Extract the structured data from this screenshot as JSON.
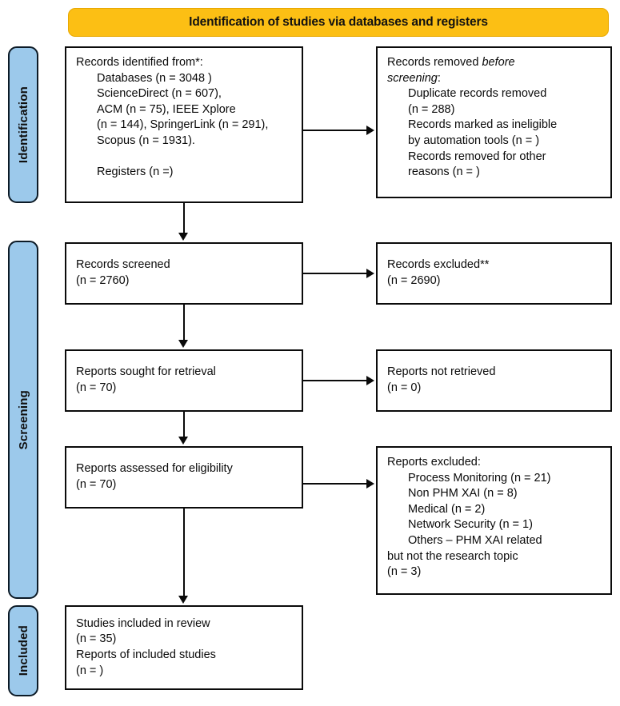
{
  "banner": {
    "title": "Identification of studies via databases and registers",
    "background_color": "#FCBF14",
    "text_color": "#111111"
  },
  "stages": [
    {
      "id": "identification",
      "label": "Identification"
    },
    {
      "id": "screening",
      "label": "Screening"
    },
    {
      "id": "included",
      "label": "Included"
    }
  ],
  "stage_color": "#9CC9EB",
  "boxes": {
    "identified": {
      "lines": [
        {
          "text": "Records identified from*:",
          "indent": false
        },
        {
          "text": "Databases (n = 3048 )",
          "indent": true
        },
        {
          "text": "ScienceDirect (n = 607),",
          "indent": true
        },
        {
          "text": "ACM (n = 75), IEEE Xplore",
          "indent": true
        },
        {
          "text": "(n = 144), SpringerLink (n = 291),",
          "indent": true
        },
        {
          "text": "Scopus (n = 1931).",
          "indent": true
        },
        {
          "text": " ",
          "indent": true
        },
        {
          "text": "Registers (n =)",
          "indent": true
        }
      ]
    },
    "removed_before_screening": {
      "lines": [
        {
          "text": "Records removed ",
          "italic_suffix": "before",
          "indent": false
        },
        {
          "text": "",
          "italic_prefix": "screening",
          "suffix": ":",
          "indent": false
        },
        {
          "text": "Duplicate records removed",
          "indent": true
        },
        {
          "text": "(n = 288)",
          "indent": true
        },
        {
          "text": "Records marked as ineligible",
          "indent": true
        },
        {
          "text": "by automation tools (n = )",
          "indent": true
        },
        {
          "text": "Records removed for other",
          "indent": true
        },
        {
          "text": "reasons (n = )",
          "indent": true
        }
      ]
    },
    "records_screened": {
      "lines": [
        {
          "text": "Records screened",
          "indent": false
        },
        {
          "text": "(n = 2760)",
          "indent": false
        }
      ]
    },
    "records_excluded": {
      "lines": [
        {
          "text": "Records excluded**",
          "indent": false
        },
        {
          "text": "(n = 2690)",
          "indent": false
        }
      ]
    },
    "reports_sought": {
      "lines": [
        {
          "text": "Reports sought for retrieval",
          "indent": false
        },
        {
          "text": "(n = 70)",
          "indent": false
        }
      ]
    },
    "reports_not_retrieved": {
      "lines": [
        {
          "text": "Reports not retrieved",
          "indent": false
        },
        {
          "text": "(n = 0)",
          "indent": false
        }
      ]
    },
    "reports_assessed": {
      "lines": [
        {
          "text": "Reports assessed for eligibility",
          "indent": false
        },
        {
          "text": "(n = 70)",
          "indent": false
        }
      ]
    },
    "reports_excluded": {
      "lines": [
        {
          "text": "Reports excluded:",
          "indent": false
        },
        {
          "text": "Process Monitoring (n = 21)",
          "indent": true
        },
        {
          "text": "Non PHM XAI (n = 8)",
          "indent": true
        },
        {
          "text": "Medical (n = 2)",
          "indent": true
        },
        {
          "text": "Network Security (n = 1)",
          "indent": true
        },
        {
          "text": "Others – PHM XAI related",
          "indent": true
        },
        {
          "text": "but not the research topic",
          "indent": false
        },
        {
          "text": "(n = 3)",
          "indent": false
        }
      ]
    },
    "studies_included": {
      "lines": [
        {
          "text": "Studies included in review",
          "indent": false
        },
        {
          "text": "(n = 35)",
          "indent": false
        },
        {
          "text": "Reports of included studies",
          "indent": false
        },
        {
          "text": "(n = )",
          "indent": false
        }
      ]
    }
  }
}
